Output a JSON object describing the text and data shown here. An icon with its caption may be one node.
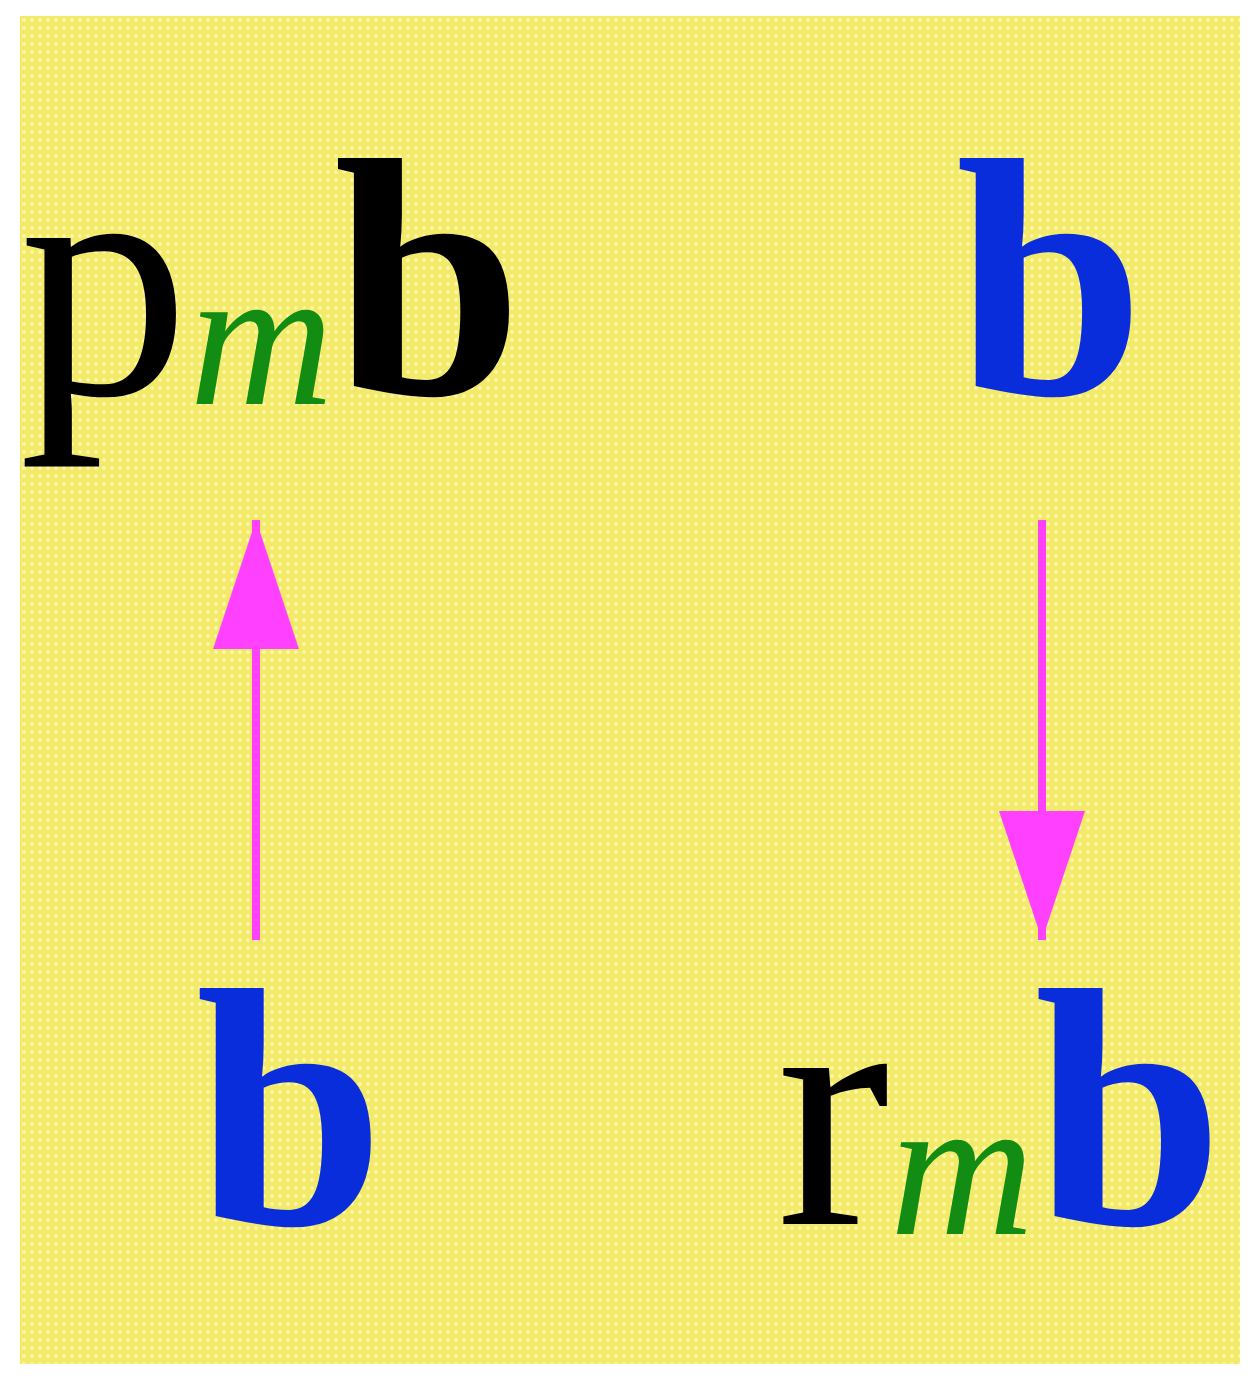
{
  "diagram": {
    "nodes": [
      {
        "text": [
          "p$_{m}$**b**"
        ]
      },
      {
        "text": [
          "b"
        ]
      },
      {
        "text": [
          "b"
        ]
      },
      {
        "text": [
          "r$_{m}$b"
        ]
      }
    ],
    "edges": [
      {
        "from": 2,
        "to": 0,
        "arrow": "to"
      },
      {
        "from": 1,
        "to": 3,
        "arrow": "to"
      }
    ]
  }
}
